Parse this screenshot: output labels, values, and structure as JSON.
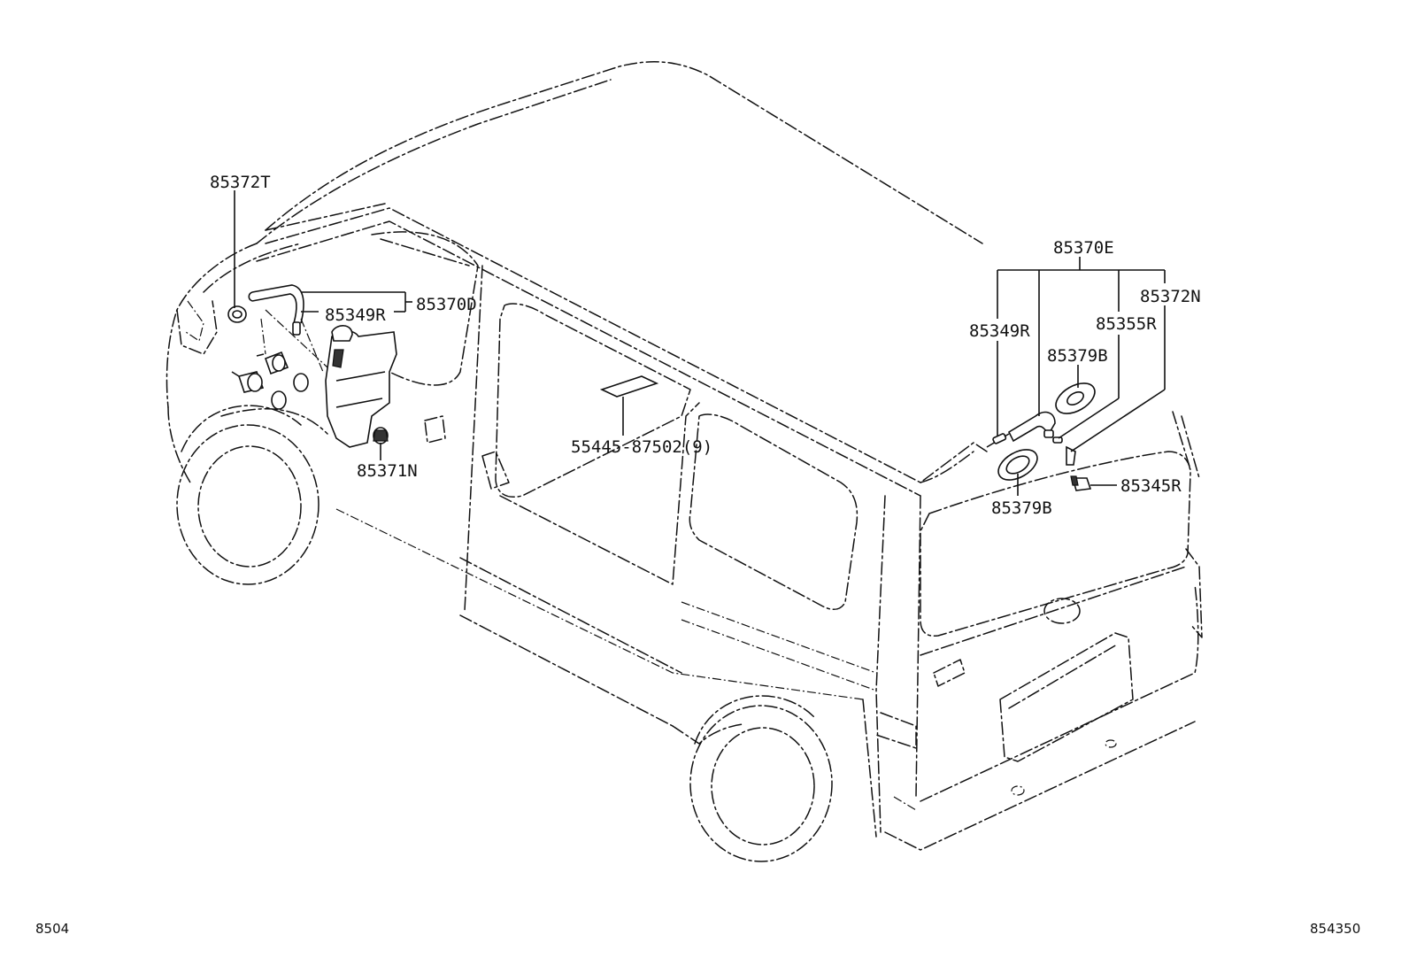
{
  "labels": {
    "p85372T": "85372T",
    "p85349R_front": "85349R",
    "p85370D": "85370D",
    "p85371N": "85371N",
    "p55445": "55445-87502(9)",
    "p85370E": "85370E",
    "p85372N": "85372N",
    "p85349R_rear": "85349R",
    "p85355R": "85355R",
    "p85379B_upper": "85379B",
    "p85379B_lower": "85379B",
    "p85345R": "85345R"
  },
  "footer": {
    "left_code": "8504",
    "right_code": "854350"
  }
}
